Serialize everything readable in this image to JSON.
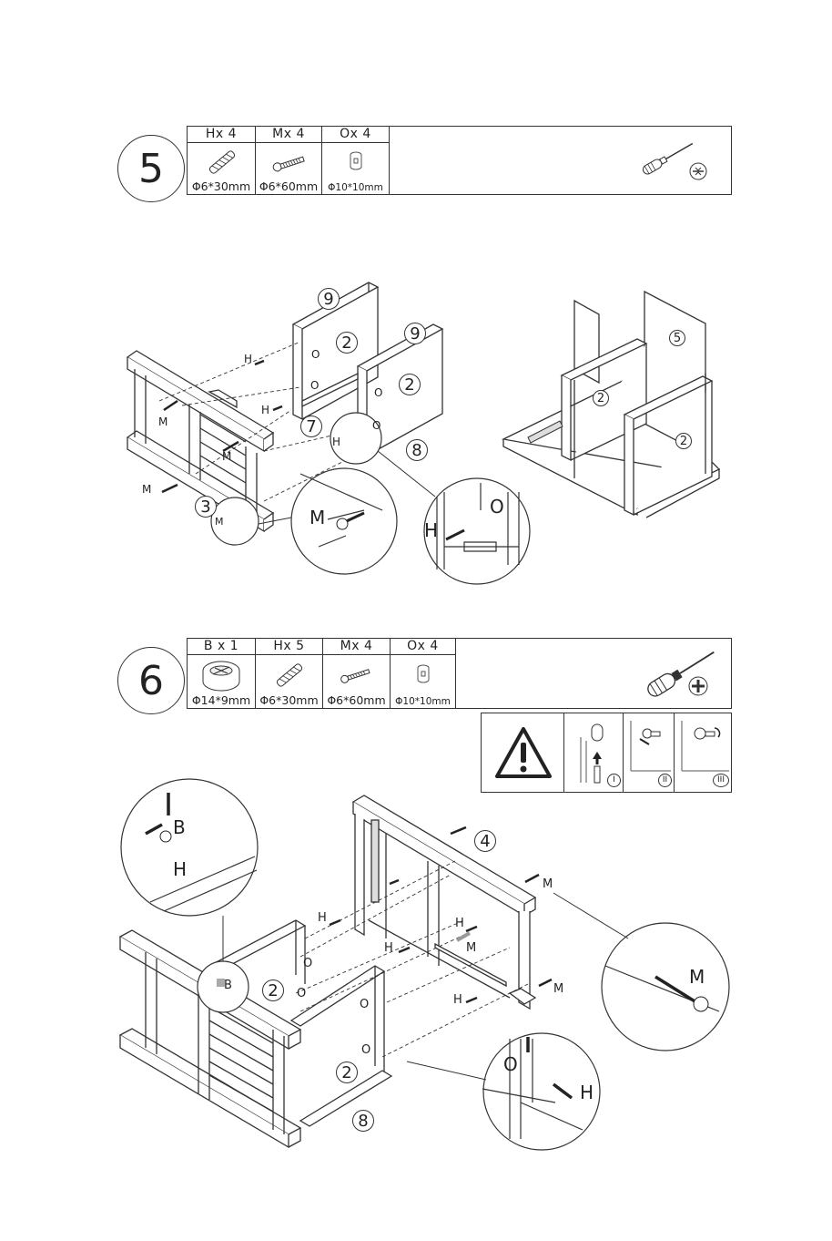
{
  "step5": {
    "number": "5",
    "parts": [
      {
        "code": "H",
        "qty_label": "Hx 4",
        "dim": "Φ6*30mm",
        "icon": "dowel-icon"
      },
      {
        "code": "M",
        "qty_label": "Mx 4",
        "dim": "Φ6*60mm",
        "icon": "bolt-icon"
      },
      {
        "code": "O",
        "qty_label": "Ox 4",
        "dim": "Φ10*10mm",
        "icon": "barrel-nut-icon"
      }
    ],
    "tools": [
      "screwdriver-icon",
      "flathead-icon"
    ],
    "labels": {
      "panel_9a": "9",
      "panel_9b": "9",
      "panel_2a": "2",
      "panel_2b": "2",
      "rail_7": "7",
      "rail_8": "8",
      "frame_3": "3",
      "M": "M",
      "H": "H",
      "O": "O",
      "right_2a": "2",
      "right_2b": "2",
      "right_5": "5"
    }
  },
  "step6": {
    "number": "6",
    "parts": [
      {
        "code": "B",
        "qty_label": "B x 1",
        "dim": "Φ14*9mm",
        "icon": "cam-lock-icon"
      },
      {
        "code": "H",
        "qty_label": "Hx 5",
        "dim": "Φ6*30mm",
        "icon": "dowel-icon"
      },
      {
        "code": "M",
        "qty_label": "Mx 4",
        "dim": "Φ6*60mm",
        "icon": "bolt-icon"
      },
      {
        "code": "O",
        "qty_label": "Ox 4",
        "dim": "Φ10*10mm",
        "icon": "barrel-nut-icon"
      }
    ],
    "tools": [
      "screwdriver-icon",
      "phillips-icon"
    ],
    "warning": {
      "icon": "warning-icon",
      "steps": [
        "I",
        "II",
        "III"
      ]
    },
    "labels": {
      "part_4": "4",
      "part_2a": "2",
      "part_2b": "2",
      "part_8": "8",
      "M": "M",
      "H": "H",
      "O": "O",
      "B": "B"
    }
  }
}
